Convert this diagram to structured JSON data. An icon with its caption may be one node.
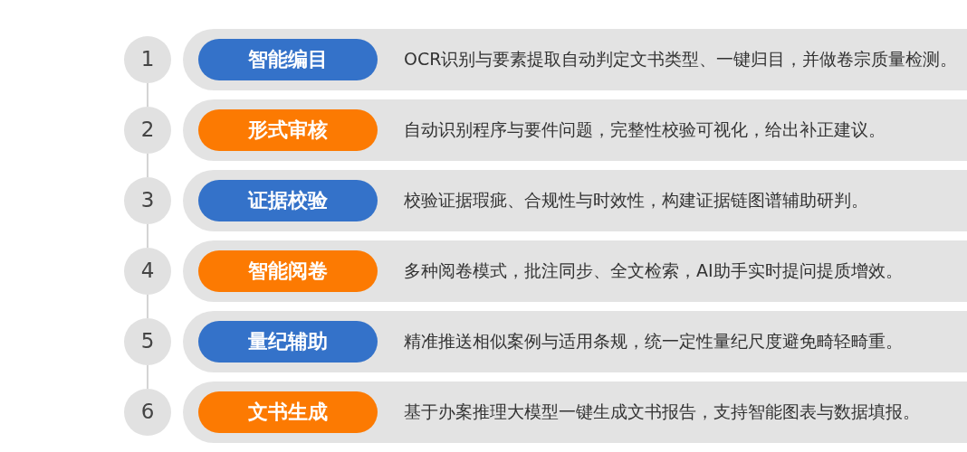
{
  "diagram": {
    "nodes": [
      {
        "text": [
          "1"
        ]
      },
      {
        "text": [
          "OCR识别与要素提取自动判定文书类型、一键归目，并做卷宗质量检测。"
        ]
      },
      {
        "text": [
          "智能编目"
        ],
        "in": 1
      },
      {
        "text": [
          "2"
        ]
      },
      {
        "text": [
          "自动识别程序与要件问题，完整性校验可视化，给出补正建议。"
        ]
      },
      {
        "text": [
          "形式审核"
        ],
        "in": 4
      },
      {
        "text": [
          "3"
        ]
      },
      {
        "text": [
          "校验证据瑕疵、合规性与时效性，构建证据链图谱辅助研判。"
        ]
      },
      {
        "text": [
          "证据校验"
        ],
        "in": 7
      },
      {
        "text": [
          "4"
        ]
      },
      {
        "text": [
          "多种阅卷模式，批注同步、全文检索，AI助手实时提问提质增效。"
        ]
      },
      {
        "text": [
          "智能阅卷"
        ],
        "in": 10
      },
      {
        "text": [
          "5"
        ]
      },
      {
        "text": [
          "精准推送相似案例与适用条规，统一定性量纪尺度避免畸轻畸重。"
        ]
      },
      {
        "text": [
          "量纪辅助"
        ],
        "in": 13
      },
      {
        "text": [
          "6"
        ]
      },
      {
        "text": [
          "基于办案推理大模型一键生成文书报告，支持智能图表与数据填报。"
        ]
      },
      {
        "text": [
          "文书生成"
        ],
        "in": 16
      }
    ],
    "edges": [
      {
        "from": 0,
        "to": 3,
        "arrow": "none"
      },
      {
        "from": 3,
        "to": 6,
        "arrow": "none"
      },
      {
        "from": 6,
        "to": 9,
        "arrow": "none"
      },
      {
        "from": 9,
        "to": 12,
        "arrow": "none"
      },
      {
        "from": 12,
        "to": 15,
        "arrow": "none"
      }
    ]
  }
}
